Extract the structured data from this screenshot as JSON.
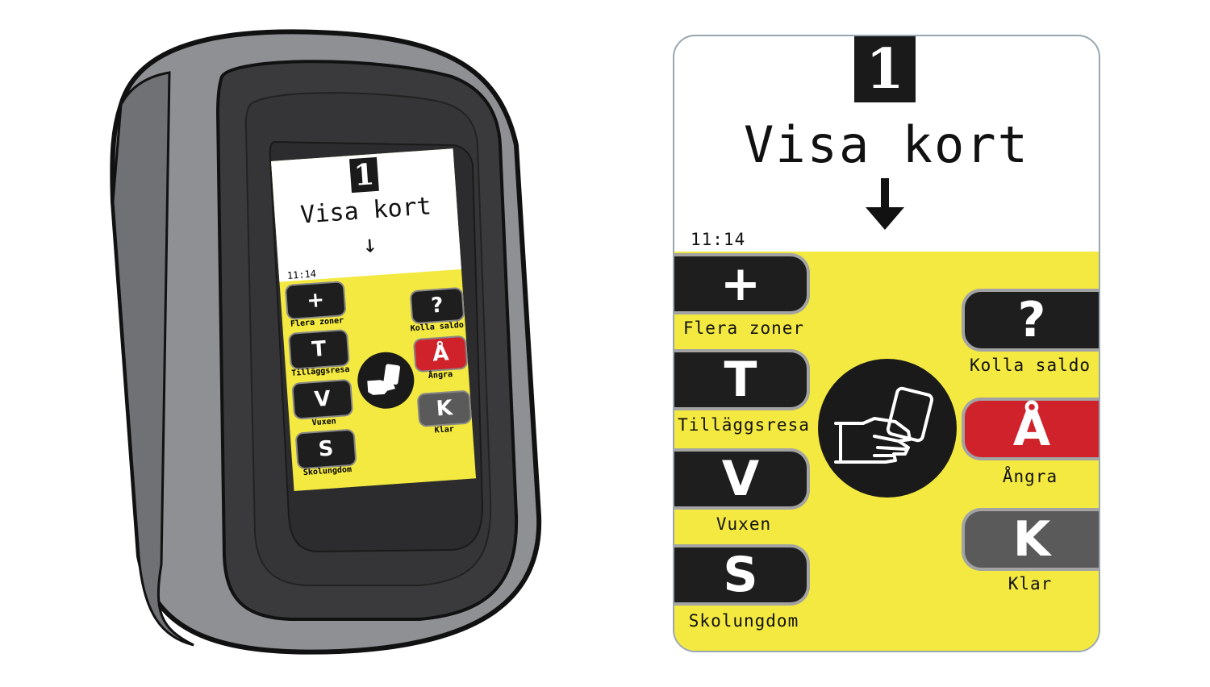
{
  "colors": {
    "screen_yellow": "#f3e940",
    "button_dark": "#1e1e1e",
    "undo_red": "#d0222a",
    "done_gray": "#5a5a5a",
    "device_shell": "#8e9093",
    "device_bezel": "#3a3a3c"
  },
  "screen": {
    "step_number": "1",
    "title": "Visa kort",
    "time": "11:14",
    "arrow_icon": "down-arrow-icon",
    "card_icon": "hand-holding-card-icon"
  },
  "left_buttons": [
    {
      "key": "+",
      "label": "Flera zoner"
    },
    {
      "key": "T",
      "label": "Tilläggsresa"
    },
    {
      "key": "V",
      "label": "Vuxen"
    },
    {
      "key": "S",
      "label": "Skolungdom"
    }
  ],
  "right_buttons": [
    {
      "key": "?",
      "label": "Kolla saldo",
      "color": "dark"
    },
    {
      "key": "Å",
      "label": "Ångra",
      "color": "red"
    },
    {
      "key": "K",
      "label": "Klar",
      "color": "gray"
    }
  ]
}
